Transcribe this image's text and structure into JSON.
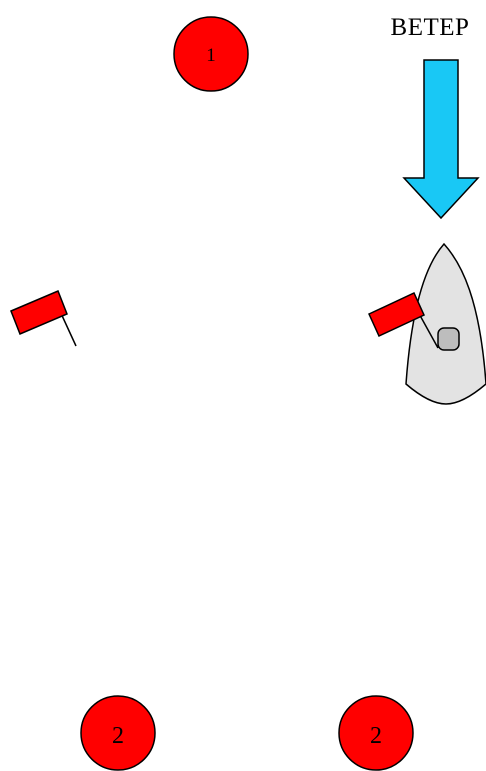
{
  "wind": {
    "label": "ВЕТЕР",
    "color": "#19c8f5"
  },
  "marks": [
    {
      "label": "1",
      "color": "#ff0000"
    },
    {
      "label": "2",
      "color": "#ff0000"
    },
    {
      "label": "2",
      "color": "#ff0000"
    }
  ],
  "flags": {
    "color": "#ff0000"
  },
  "boat": {
    "hull_color": "#e3e3e3",
    "cockpit_color": "#bdbdbd"
  }
}
